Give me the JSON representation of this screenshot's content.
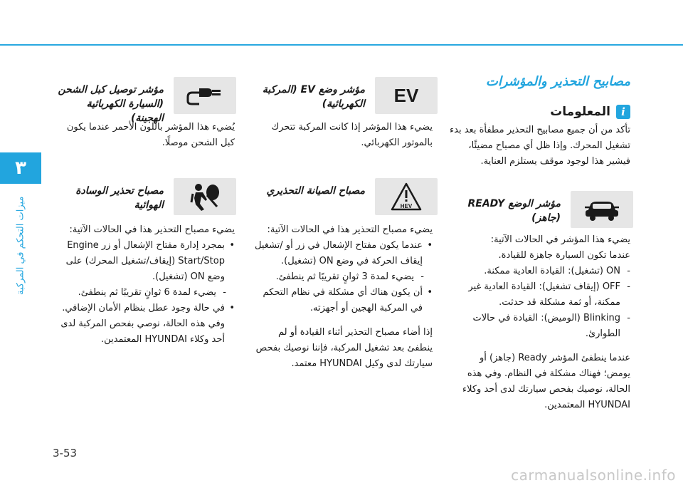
{
  "side": {
    "tab_number": "٣",
    "label": "ميزات التحكم في المركبة"
  },
  "page_number": "3-53",
  "watermark": "carmanualsonline.info",
  "right_column": {
    "section_title": "مصابيح التحذير والمؤشرات",
    "info_title": "المعلومات",
    "info_text": "تأكد من أن جميع مصابيح التحذير مطفأة بعد بدء تشغيل المحرك. وإذا ظل أي مصباح مضيئًا، فيشير هذا لوجود موقف يستلزم العناية.",
    "ready": {
      "title": "مؤشر الوضع READY (جاهز)",
      "intro": "يضيء هذا المؤشر في الحالات الآتية:",
      "line1": "عندما تكون السيارة جاهزة للقيادة.",
      "items": [
        "ON (تشغيل): القيادة العادية ممكنة.",
        "OFF (إيقاف تشغيل): القيادة العادية غير ممكنة، أو ثمة مشكلة قد حدثت.",
        "Blinking (الوميض): القيادة في حالات الطوارئ."
      ],
      "note": "عندما ينطفئ المؤشر Ready (جاهز) أو يومض؛ فهناك مشكلة في النظام. وفي هذه الحالة، نوصيك بفحص سيارتك لدى أحد وكلاء HYUNDAI المعتمدين."
    }
  },
  "middle_column": {
    "ev": {
      "icon_text": "EV",
      "title": "مؤشر وضع EV (المركبة الكهربائية)",
      "text": "يضيء هذا المؤشر إذا كانت المركبة تتحرك بالموتور الكهربائي."
    },
    "hev": {
      "icon_text": "HEV",
      "title": "مصباح الصيانة التحذيري",
      "intro": "يضيء مصباح التحذير هذا في الحالات الآتية:",
      "item1": "عندما يكون مفتاح الإشعال في زر أو /تشغيل إيقاف الحركة في وضع ON (تشغيل).",
      "item1_sub": "يضيء لمدة 3 ثوانٍ تقريبًا ثم ينطفئ.",
      "item2": "أن يكون هناك أي مشكلة في نظام التحكم في المركبة الهجين أو أجهزته.",
      "note": "إذا أضاء مصباح التحذير أثناء القيادة أو لم ينطفئ بعد تشغيل المركبة، فإننا نوصيك بفحص سيارتك لدى وكيل HYUNDAI معتمد."
    }
  },
  "left_column": {
    "plug": {
      "title": "مؤشر توصيل كبل الشحن (السيارة الكهربائية الهجينة)",
      "text": "يُضيء هذا المؤشر باللون الأحمر عندما يكون كبل الشحن موصلًا."
    },
    "airbag": {
      "title": "مصباح تحذير الوسادة الهوائية",
      "intro": "يضيء مصباح التحذير هذا في الحالات الآتية:",
      "item1": "بمجرد إدارة مفتاح الإشعال أو زر Engine Start/Stop (إيقاف/تشغيل المحرك) على وضع ON (تشغيل).",
      "item1_sub": "يضيء لمدة 6 ثوانٍ تقريبًا ثم ينطفئ.",
      "item2": "في حالة وجود عطل بنظام الأمان الإضافي. وفي هذه الحالة، نوصي بفحص المركبة لدى أحد وكلاء HYUNDAI المعتمدين."
    }
  }
}
